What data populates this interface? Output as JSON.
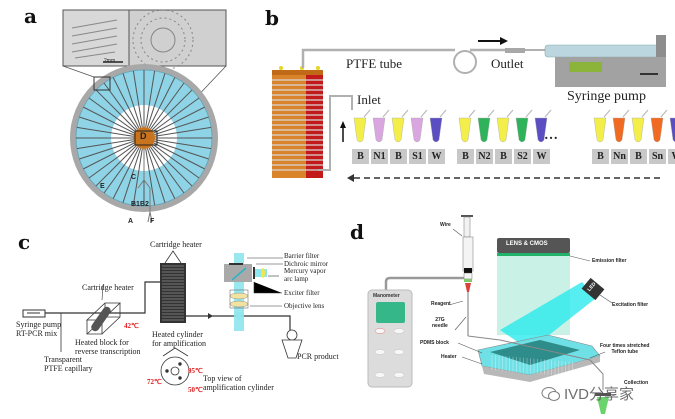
{
  "panels": {
    "a": {
      "letter": "a",
      "scale_bar": "2mm",
      "labels": {
        "D": "D",
        "C": "C",
        "E": "E",
        "B1B2": "B1B2",
        "A": "A",
        "F": "F"
      },
      "colors": {
        "chamber": "#8fd3e6",
        "rim": "#9e9e9e",
        "center": "#c8741f"
      }
    },
    "b": {
      "letter": "b",
      "ptfe_tube": "PTFE tube",
      "outlet": "Outlet",
      "inlet": "Inlet",
      "syringe_pump": "Syringe pump",
      "tube_labels": [
        "B",
        "N1",
        "B",
        "S1",
        "W",
        "B",
        "N2",
        "B",
        "S2",
        "W",
        "B",
        "Nn",
        "B",
        "Sn",
        "W"
      ],
      "tube_colors": [
        "#f3ee4a",
        "#d9a6e0",
        "#f3ee4a",
        "#d9a6e0",
        "#5a4ec2",
        "#f3ee4a",
        "#2fb35a",
        "#f3ee4a",
        "#2fb35a",
        "#5a4ec2",
        "#f3ee4a",
        "#f06a22",
        "#f3ee4a",
        "#f06a22",
        "#5a4ec2"
      ],
      "ellipsis": "…"
    },
    "c": {
      "letter": "c",
      "syringe_pump": "Syringe pump",
      "rt_pcr_mix": "RT-PCR mix",
      "cartridge_heater_1": "Cartridge heater",
      "cartridge_heater_2": "Cartridge heater",
      "temp_rt": "42℃",
      "heated_block_1": "Heated block for",
      "heated_block_2": "reverse transcription",
      "capillary_1": "Transparent",
      "capillary_2": "PTFE capillary",
      "heated_cyl_1": "Heated cylinder",
      "heated_cyl_2": "for amplification",
      "barrier_filter": "Barrier filter",
      "dichroic_mirror": "Dichroic mirror",
      "mercury_1": "Mercury vapor",
      "mercury_2": "arc lamp",
      "exciter_filter": "Exciter filter",
      "objective_lens": "Objective lens",
      "pcr_product": "PCR product",
      "top_view_1": "Top view of",
      "top_view_2": "amplification cylinder",
      "temp_95": "95℃",
      "temp_72": "72℃",
      "temp_50": "50℃"
    },
    "d": {
      "letter": "d",
      "wire": "Wire",
      "lens_cmos": "LENS & CMOS",
      "emission_filter": "Emission filter",
      "manometer": "Manometer",
      "reagent": "Reagent",
      "needle_1": "27G",
      "needle_2": "needle",
      "led": "LED",
      "excitation_filter": "Excitation filter",
      "pdms_block": "PDMS block",
      "heater": "Heater",
      "teflon_1": "Four times stretched",
      "teflon_2": "Teflon tube",
      "collection": "Collection"
    }
  },
  "watermark": {
    "text": "IVD分享家"
  }
}
